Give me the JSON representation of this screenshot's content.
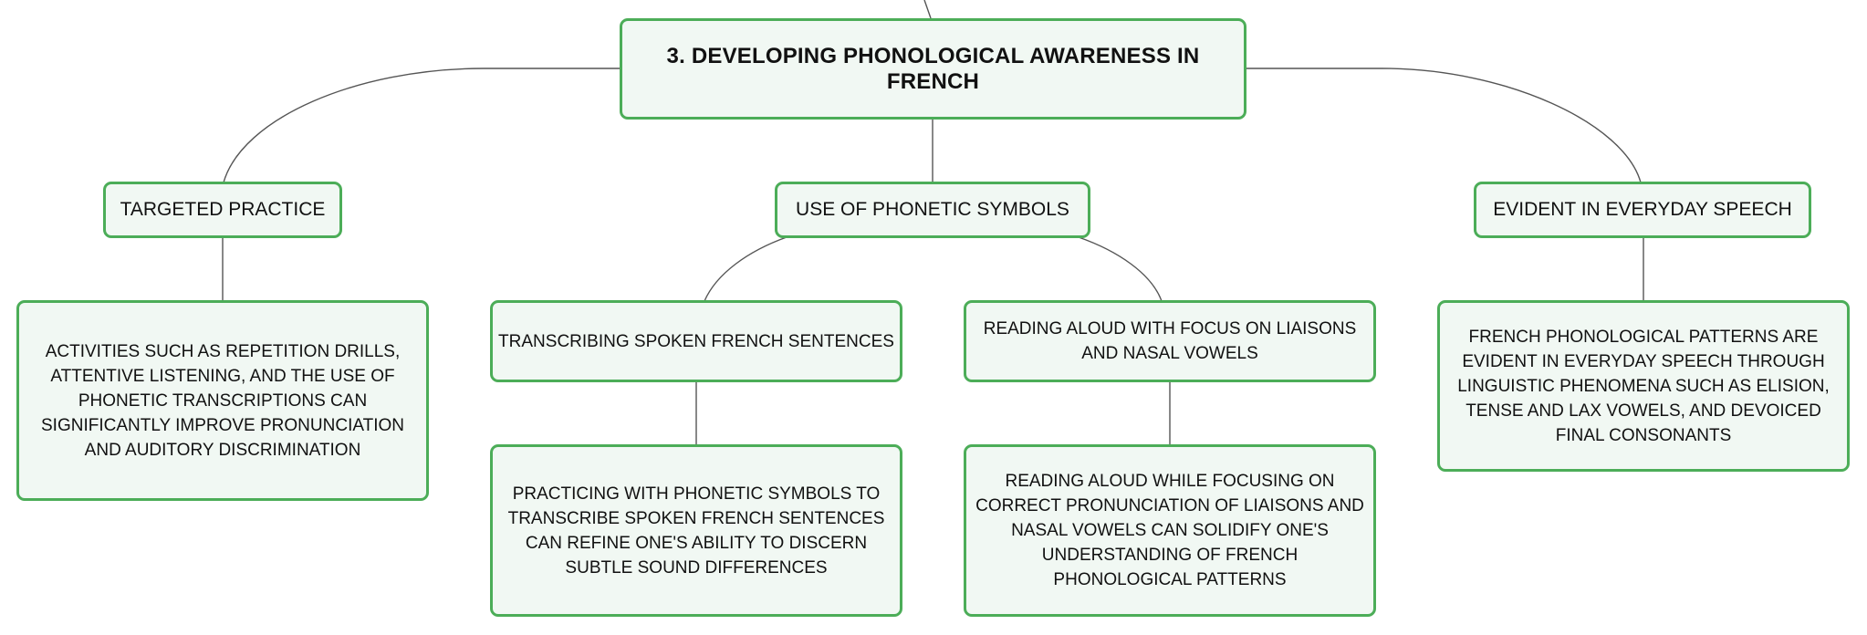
{
  "diagram": {
    "root": {
      "label": "3. DEVELOPING PHONOLOGICAL AWARENESS IN FRENCH"
    },
    "branches": [
      {
        "label": "TARGETED PRACTICE",
        "children": [
          {
            "label": "ACTIVITIES SUCH AS REPETITION DRILLS, ATTENTIVE LISTENING, AND THE USE OF PHONETIC TRANSCRIPTIONS CAN SIGNIFICANTLY IMPROVE PRONUNCIATION AND AUDITORY DISCRIMINATION"
          }
        ]
      },
      {
        "label": "USE OF PHONETIC SYMBOLS",
        "children": [
          {
            "label": "TRANSCRIBING SPOKEN FRENCH SENTENCES",
            "children": [
              {
                "label": "PRACTICING WITH PHONETIC SYMBOLS TO TRANSCRIBE SPOKEN FRENCH SENTENCES CAN REFINE ONE'S ABILITY TO DISCERN SUBTLE SOUND DIFFERENCES"
              }
            ]
          },
          {
            "label": "READING ALOUD WITH FOCUS ON LIAISONS AND NASAL VOWELS",
            "children": [
              {
                "label": "READING ALOUD WHILE FOCUSING ON CORRECT PRONUNCIATION OF LIAISONS AND NASAL VOWELS CAN SOLIDIFY ONE'S UNDERSTANDING OF FRENCH PHONOLOGICAL PATTERNS"
              }
            ]
          }
        ]
      },
      {
        "label": "EVIDENT IN EVERYDAY SPEECH",
        "children": [
          {
            "label": "FRENCH PHONOLOGICAL PATTERNS ARE EVIDENT IN EVERYDAY SPEECH THROUGH LINGUISTIC PHENOMENA SUCH AS ELISION, TENSE AND LAX VOWELS, AND DEVOICED FINAL CONSONANTS"
          }
        ]
      }
    ],
    "colors": {
      "node_border": "#4cad58",
      "node_fill": "#f1f8f3",
      "connector": "#555555",
      "text": "#111111"
    }
  }
}
